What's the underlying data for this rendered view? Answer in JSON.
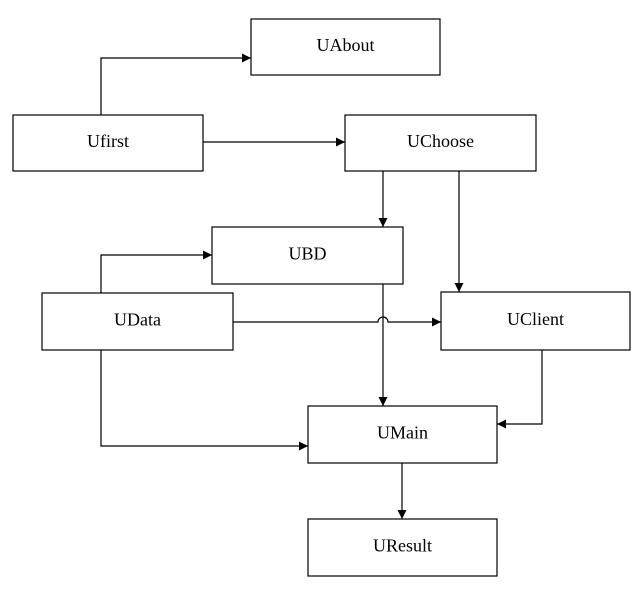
{
  "colors": {
    "background": "#ffffff",
    "stroke": "#000000",
    "text": "#000000"
  },
  "nodes": {
    "uabout": {
      "label": "UAbout"
    },
    "ufirst": {
      "label": "Ufirst"
    },
    "uchoose": {
      "label": "UChoose"
    },
    "ubd": {
      "label": "UBD"
    },
    "udata": {
      "label": "UData"
    },
    "uclient": {
      "label": "UClient"
    },
    "umain": {
      "label": "UMain"
    },
    "uresult": {
      "label": "UResult"
    }
  },
  "edges": [
    {
      "from": "Ufirst",
      "to": "UAbout"
    },
    {
      "from": "Ufirst",
      "to": "UChoose"
    },
    {
      "from": "UChoose",
      "to": "UBD"
    },
    {
      "from": "UChoose",
      "to": "UClient"
    },
    {
      "from": "UData",
      "to": "UBD"
    },
    {
      "from": "UData",
      "to": "UClient"
    },
    {
      "from": "UData",
      "to": "UMain"
    },
    {
      "from": "UBD",
      "to": "UMain"
    },
    {
      "from": "UClient",
      "to": "UMain"
    },
    {
      "from": "UMain",
      "to": "UResult"
    }
  ]
}
